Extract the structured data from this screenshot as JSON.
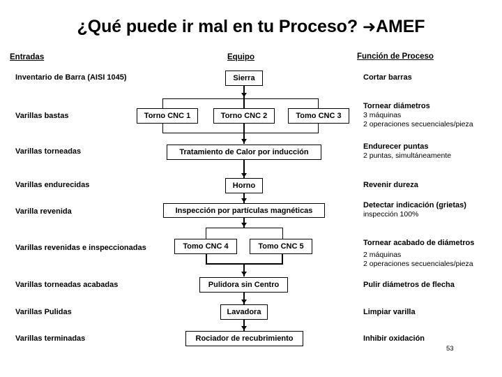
{
  "slide": {
    "title_main": "¿Qué puede ir mal en tu Proceso? ",
    "title_arrow": "➜",
    "title_tail": "AMEF",
    "page_number": "53"
  },
  "columns": {
    "entradas_heading": "Entradas",
    "equipo_heading": "Equipo",
    "funcion_heading": "Función de Proceso"
  },
  "inputs": [
    {
      "label": "Inventario de Barra (AISI 1045)"
    },
    {
      "label": "Varillas bastas"
    },
    {
      "label": "Varillas torneadas"
    },
    {
      "label": "Varillas endurecidas"
    },
    {
      "label": "Varilla revenida"
    },
    {
      "label": "Varillas revenidas e inspeccionadas"
    },
    {
      "label": "Varillas torneadas acabadas"
    },
    {
      "label": "Varillas Pulidas"
    },
    {
      "label": "Varillas terminadas"
    }
  ],
  "equipment": {
    "sierra": "Sierra",
    "torno_cnc_1": "Torno CNC 1",
    "torno_cnc_2": "Torno CNC 2",
    "torno_cnc_3": "Tomo CNC 3",
    "tratamiento": "Tratamiento de Calor por inducción",
    "horno": "Horno",
    "inspeccion": "Inspección por partículas magnéticas",
    "torno_cnc_4": "Tomo CNC 4",
    "torno_cnc_5": "Tomo CNC 5",
    "pulidora": "Pulidora sin Centro",
    "lavadora": "Lavadora",
    "rociador": "Rociador de recubrimiento"
  },
  "functions": [
    {
      "title": "Cortar barras",
      "sub1": "",
      "sub2": ""
    },
    {
      "title": "Tornear diámetros",
      "sub1": "3 máquinas",
      "sub2": "2 operaciones secuenciales/pieza"
    },
    {
      "title": "Endurecer puntas",
      "sub1": "2 puntas, simultáneamente",
      "sub2": ""
    },
    {
      "title": "Revenir dureza",
      "sub1": "",
      "sub2": ""
    },
    {
      "title": "Detectar indicación (grietas)",
      "sub1": "inspección 100%",
      "sub2": ""
    },
    {
      "title": "Tornear acabado de diámetros",
      "sub1": "2 máquinas",
      "sub2": "2 operaciones secuenciales/pieza"
    },
    {
      "title": "Pulir diámetros de flecha",
      "sub1": "",
      "sub2": ""
    },
    {
      "title": "Limpiar varilla",
      "sub1": "",
      "sub2": ""
    },
    {
      "title": "Inhibir oxidación",
      "sub1": "",
      "sub2": ""
    }
  ],
  "colors": {
    "background": "#ffffff",
    "foreground": "#000000"
  }
}
